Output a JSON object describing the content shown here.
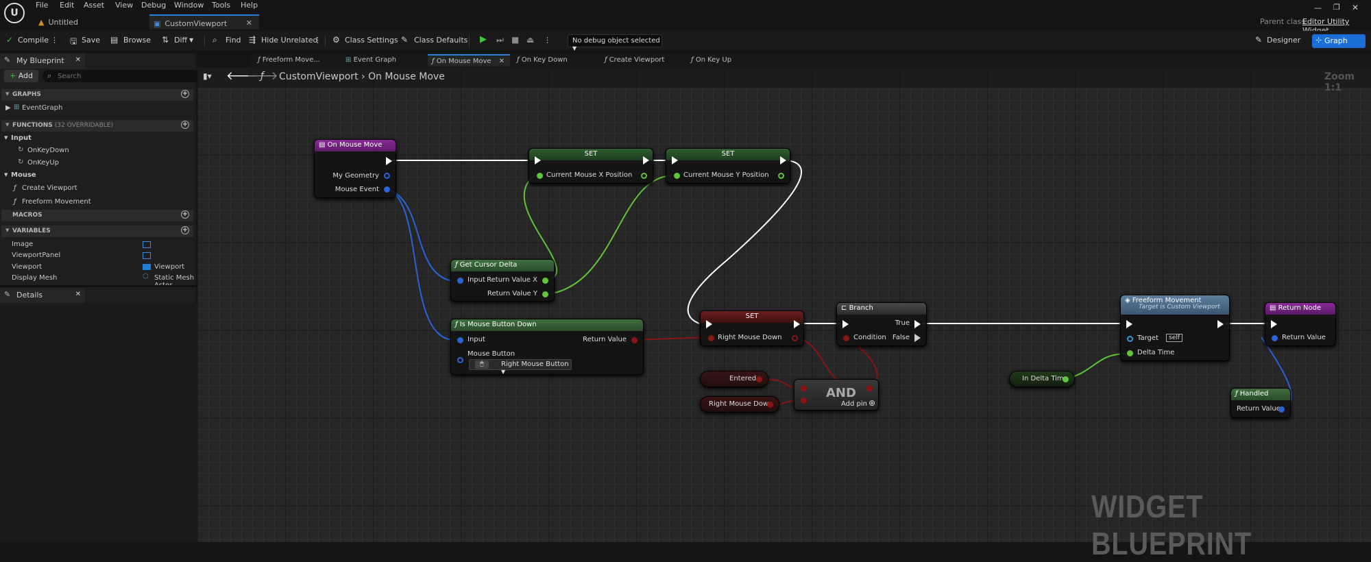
{
  "menu": [
    "File",
    "Edit",
    "Asset",
    "View",
    "Debug",
    "Window",
    "Tools",
    "Help"
  ],
  "doc_tabs": [
    "Untitled",
    "CustomViewport"
  ],
  "parent_class_label": "Parent class:",
  "parent_class_value": "Editor Utility Widget",
  "toolbar": {
    "compile": "Compile",
    "save": "Save",
    "browse": "Browse",
    "diff": "Diff",
    "find": "Find",
    "hide_unrelated": "Hide Unrelated",
    "class_settings": "Class Settings",
    "class_defaults": "Class Defaults",
    "debug_object": "No debug object selected",
    "designer": "Designer",
    "graph": "Graph"
  },
  "my_blueprint": {
    "tab": "My Blueprint",
    "add": "Add",
    "search_placeholder": "Search",
    "graphs_header": "GRAPHS",
    "event_graph": "EventGraph",
    "functions_header": "FUNCTIONS",
    "functions_count": "(32 OVERRIDABLE)",
    "input_cat": "Input",
    "on_key_down": "OnKeyDown",
    "on_key_up": "OnKeyUp",
    "mouse_cat": "Mouse",
    "create_viewport": "Create Viewport",
    "freeform_movement": "Freeform Movement",
    "macros_header": "MACROS",
    "variables_header": "VARIABLES",
    "variables": [
      {
        "name": "Image",
        "type": ""
      },
      {
        "name": "ViewportPanel",
        "type": ""
      },
      {
        "name": "Viewport",
        "type": "Viewport"
      },
      {
        "name": "Display Mesh",
        "type": "Static Mesh Actor"
      }
    ]
  },
  "details_tab": "Details",
  "graph_tabs": [
    "Freeform Move...",
    "Event Graph",
    "On Mouse Move",
    "On Key Down",
    "Create Viewport",
    "On Key Up"
  ],
  "breadcrumb": {
    "root": "CustomViewport",
    "current": "On Mouse Move"
  },
  "zoom": "Zoom 1:1",
  "nodes": {
    "on_mouse_move": {
      "title": "On Mouse Move",
      "pin1": "My Geometry",
      "pin2": "Mouse Event"
    },
    "set_x": {
      "title": "SET",
      "pin": "Current Mouse X Position"
    },
    "set_y": {
      "title": "SET",
      "pin": "Current Mouse Y Position"
    },
    "get_cursor_delta": {
      "title": "Get Cursor Delta",
      "input": "Input",
      "out_x": "Return Value X",
      "out_y": "Return Value Y"
    },
    "is_mouse_button_down": {
      "title": "Is Mouse Button Down",
      "input": "Input",
      "ret": "Return Value",
      "mouse_button": "Mouse Button",
      "button_value": "Right Mouse Button"
    },
    "set_rmb": {
      "title": "SET",
      "pin": "Right Mouse Down"
    },
    "branch": {
      "title": "Branch",
      "cond": "Condition",
      "true": "True",
      "false": "False"
    },
    "entered": {
      "label": "Entered"
    },
    "rmd_get": {
      "label": "Right Mouse Down"
    },
    "and": {
      "title": "AND",
      "add_pin": "Add pin"
    },
    "in_delta": {
      "label": "In Delta Time"
    },
    "freeform": {
      "title": "Freeform Movement",
      "subtitle": "Target is Custom Viewport",
      "target": "Target",
      "self": "self",
      "delta": "Delta Time"
    },
    "return_node": {
      "title": "Return Node",
      "ret": "Return Value"
    },
    "handled": {
      "title": "Handled",
      "ret": "Return Value"
    }
  },
  "watermark": "WIDGET BLUEPRINT"
}
